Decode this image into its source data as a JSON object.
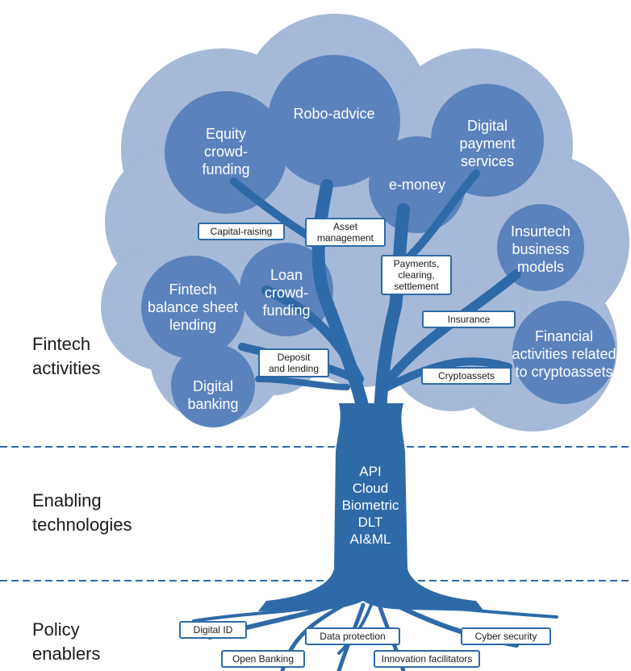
{
  "sections": {
    "activities": [
      "Fintech",
      "activities"
    ],
    "technologies": [
      "Enabling",
      "technologies"
    ],
    "policy": [
      "Policy",
      "enablers"
    ]
  },
  "activities": {
    "robo": [
      "Robo-advice"
    ],
    "equity": [
      "Equity",
      "crowd-",
      "funding"
    ],
    "payment": [
      "Digital",
      "payment",
      "services"
    ],
    "emoney": [
      "e-money"
    ],
    "insurtech": [
      "Insurtech",
      "business",
      "models"
    ],
    "fintech_lending": [
      "Fintech",
      "balance sheet",
      "lending"
    ],
    "loan": [
      "Loan",
      "crowd-",
      "funding"
    ],
    "banking": [
      "Digital",
      "banking"
    ],
    "crypto": [
      "Financial",
      "activities related",
      "to cryptoassets"
    ]
  },
  "branch_labels": {
    "capital": [
      "Capital-raising"
    ],
    "asset": [
      "Asset",
      "management"
    ],
    "payments": [
      "Payments,",
      "clearing,",
      "settlement"
    ],
    "insurance": [
      "Insurance"
    ],
    "deposit": [
      "Deposit",
      "and lending"
    ],
    "cryptoassets": [
      "Cryptoassets"
    ]
  },
  "technologies": [
    "API",
    "Cloud",
    "Biometric",
    "DLT",
    "AI&ML"
  ],
  "policy_enablers": {
    "digital_id": "Digital ID",
    "open_banking": "Open Banking",
    "data_protection": "Data protection",
    "innovation": "Innovation facilitators",
    "cyber": "Cyber security"
  },
  "colors": {
    "canopy": "#a6b9d8",
    "circle": "#5a83bd",
    "tree": "#2e6aa8",
    "dashed_line": "#2e6aa8"
  }
}
